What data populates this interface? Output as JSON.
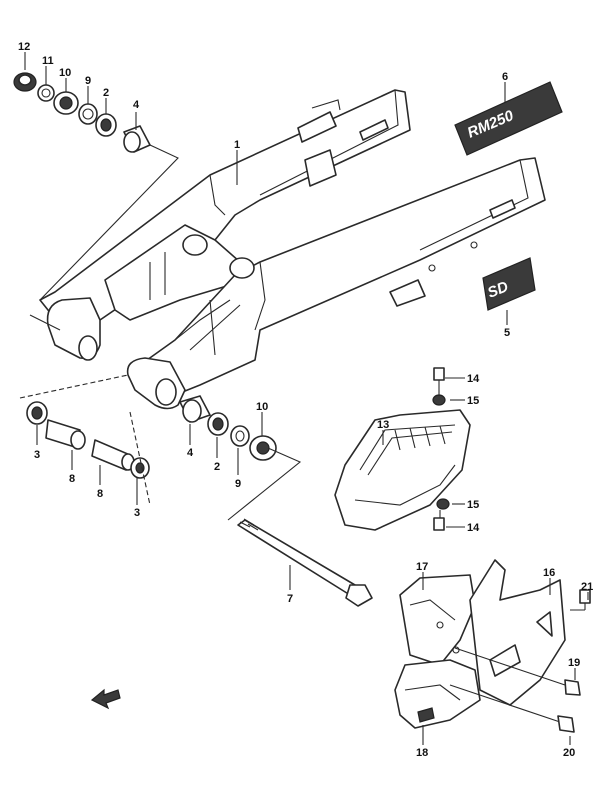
{
  "diagram": {
    "callouts": [
      "1",
      "2",
      "3",
      "4",
      "5",
      "6",
      "7",
      "8",
      "9",
      "10",
      "11",
      "12",
      "13",
      "14",
      "15",
      "16",
      "17",
      "18",
      "19",
      "20",
      "21"
    ],
    "decal_text": "RM250",
    "decal_small_text": "SD"
  }
}
